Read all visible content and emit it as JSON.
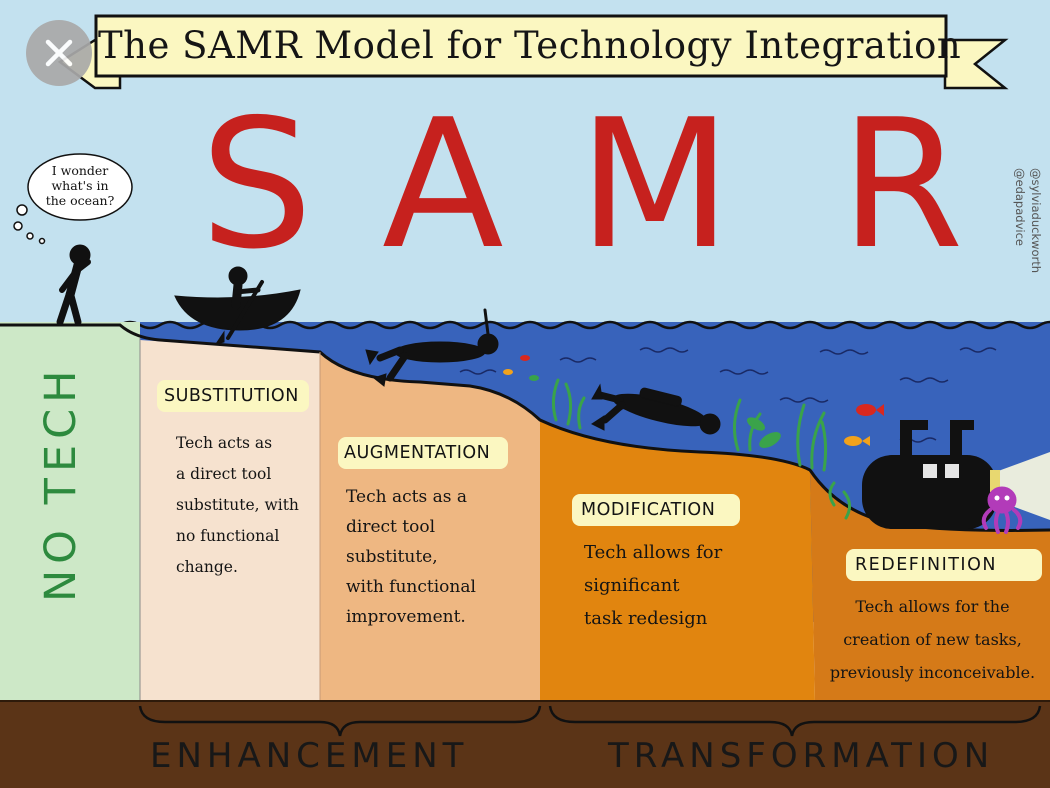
{
  "diagram": {
    "title": "The SAMR Model for Technology Integration",
    "letters": [
      "S",
      "A",
      "M",
      "R"
    ],
    "thought_bubble": "I wonder\nwhat's in\nthe ocean?",
    "credit": "@sylviaduckworth\n@edapadvice",
    "no_tech_label": "NO TECH",
    "levels": [
      {
        "label": "SUBSTITUTION",
        "description": "Tech acts as\na direct tool\nsubstitute, with\nno functional\nchange."
      },
      {
        "label": "AUGMENTATION",
        "description": "Tech acts as a\ndirect tool\nsubstitute,\nwith functional\nimprovement."
      },
      {
        "label": "MODIFICATION",
        "description": "Tech allows for\nsignificant\ntask redesign"
      },
      {
        "label": "REDEFINITION",
        "description": "Tech allows for the\ncreation of new tasks,\npreviously inconceivable."
      }
    ],
    "groups": [
      "ENHANCEMENT",
      "TRANSFORMATION"
    ]
  },
  "colors": {
    "sky": "#c3e1ef",
    "ocean": "#3863bb",
    "no_tech": "#cde8c7",
    "substitution": "#f6e2cf",
    "augmentation": "#eeb782",
    "modification": "#e1850f",
    "redefinition": "#d57a18",
    "ground": "#5b3417",
    "title_red": "#c6211e",
    "banner": "#fbf7c1",
    "label_box": "#fbf7c1",
    "no_tech_text": "#2d8a3e"
  },
  "icons": [
    "close-icon",
    "thinking-person-icon",
    "canoe-icon",
    "snorkeler-icon",
    "scuba-diver-icon",
    "submarine-icon",
    "octopus-icon",
    "fish-icon",
    "seaweed-icon"
  ]
}
